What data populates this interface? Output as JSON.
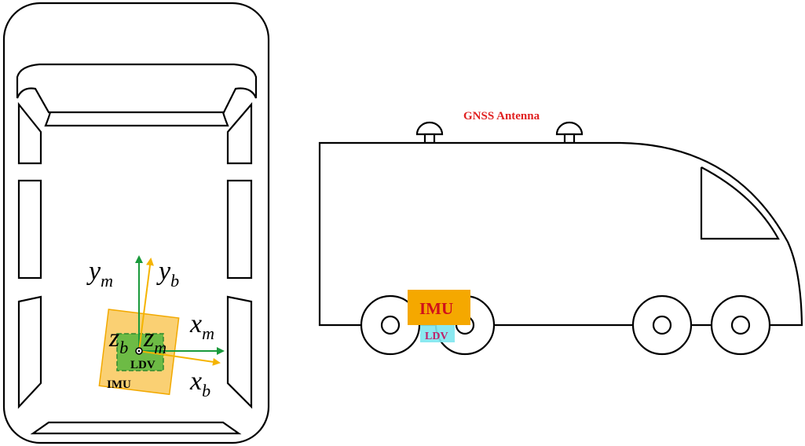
{
  "top_view": {
    "axis_ym": {
      "main": "y",
      "sub": "m"
    },
    "axis_yb": {
      "main": "y",
      "sub": "b"
    },
    "axis_xm": {
      "main": "x",
      "sub": "m"
    },
    "axis_xb": {
      "main": "x",
      "sub": "b"
    },
    "axis_zb": {
      "main": "z",
      "sub": "b"
    },
    "axis_zm": {
      "main": "z",
      "sub": "m"
    },
    "ldv_label": "LDV",
    "imu_label": "IMU"
  },
  "side_view": {
    "gnss_label": "GNSS Antenna",
    "imu_label": "IMU",
    "ldv_label": "LDV"
  },
  "colors": {
    "outline": "#000000",
    "imu_fill": "#f9c85a",
    "imu_side_fill": "#f5a800",
    "ldv_fill": "#6dbb45",
    "ldv_side_fill": "#7ee6ee",
    "axis_m": "#1a9a3c",
    "axis_b": "#f5b400",
    "gnss_text": "#e02020",
    "imu_side_text": "#d0101a",
    "ldv_side_text": "#c0206a"
  }
}
